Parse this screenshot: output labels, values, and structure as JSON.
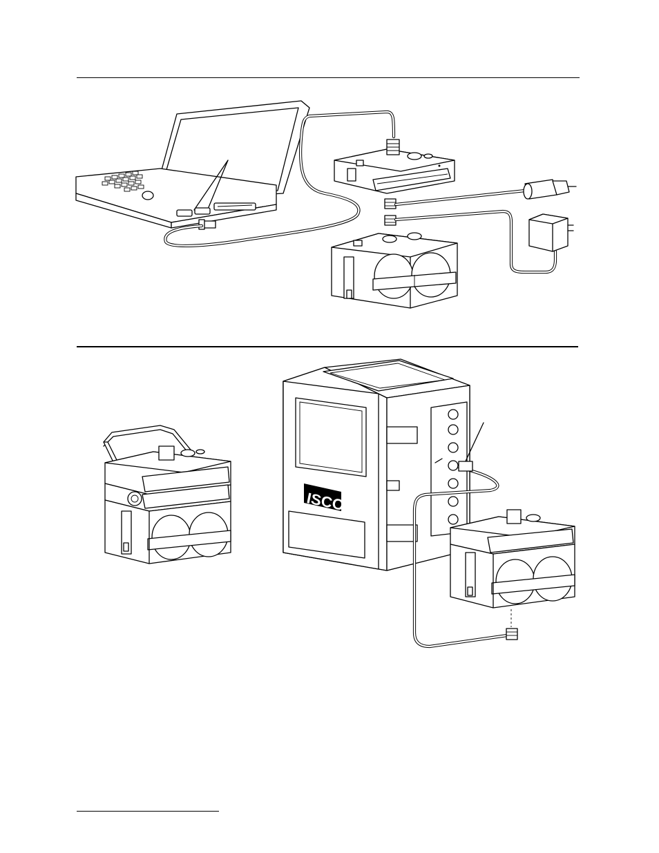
{
  "figures": [
    {
      "id": "laptop-connection",
      "description_visible": false
    },
    {
      "id": "sampler-connection",
      "description_visible": false
    }
  ],
  "logo": {
    "text": "ISCO"
  }
}
